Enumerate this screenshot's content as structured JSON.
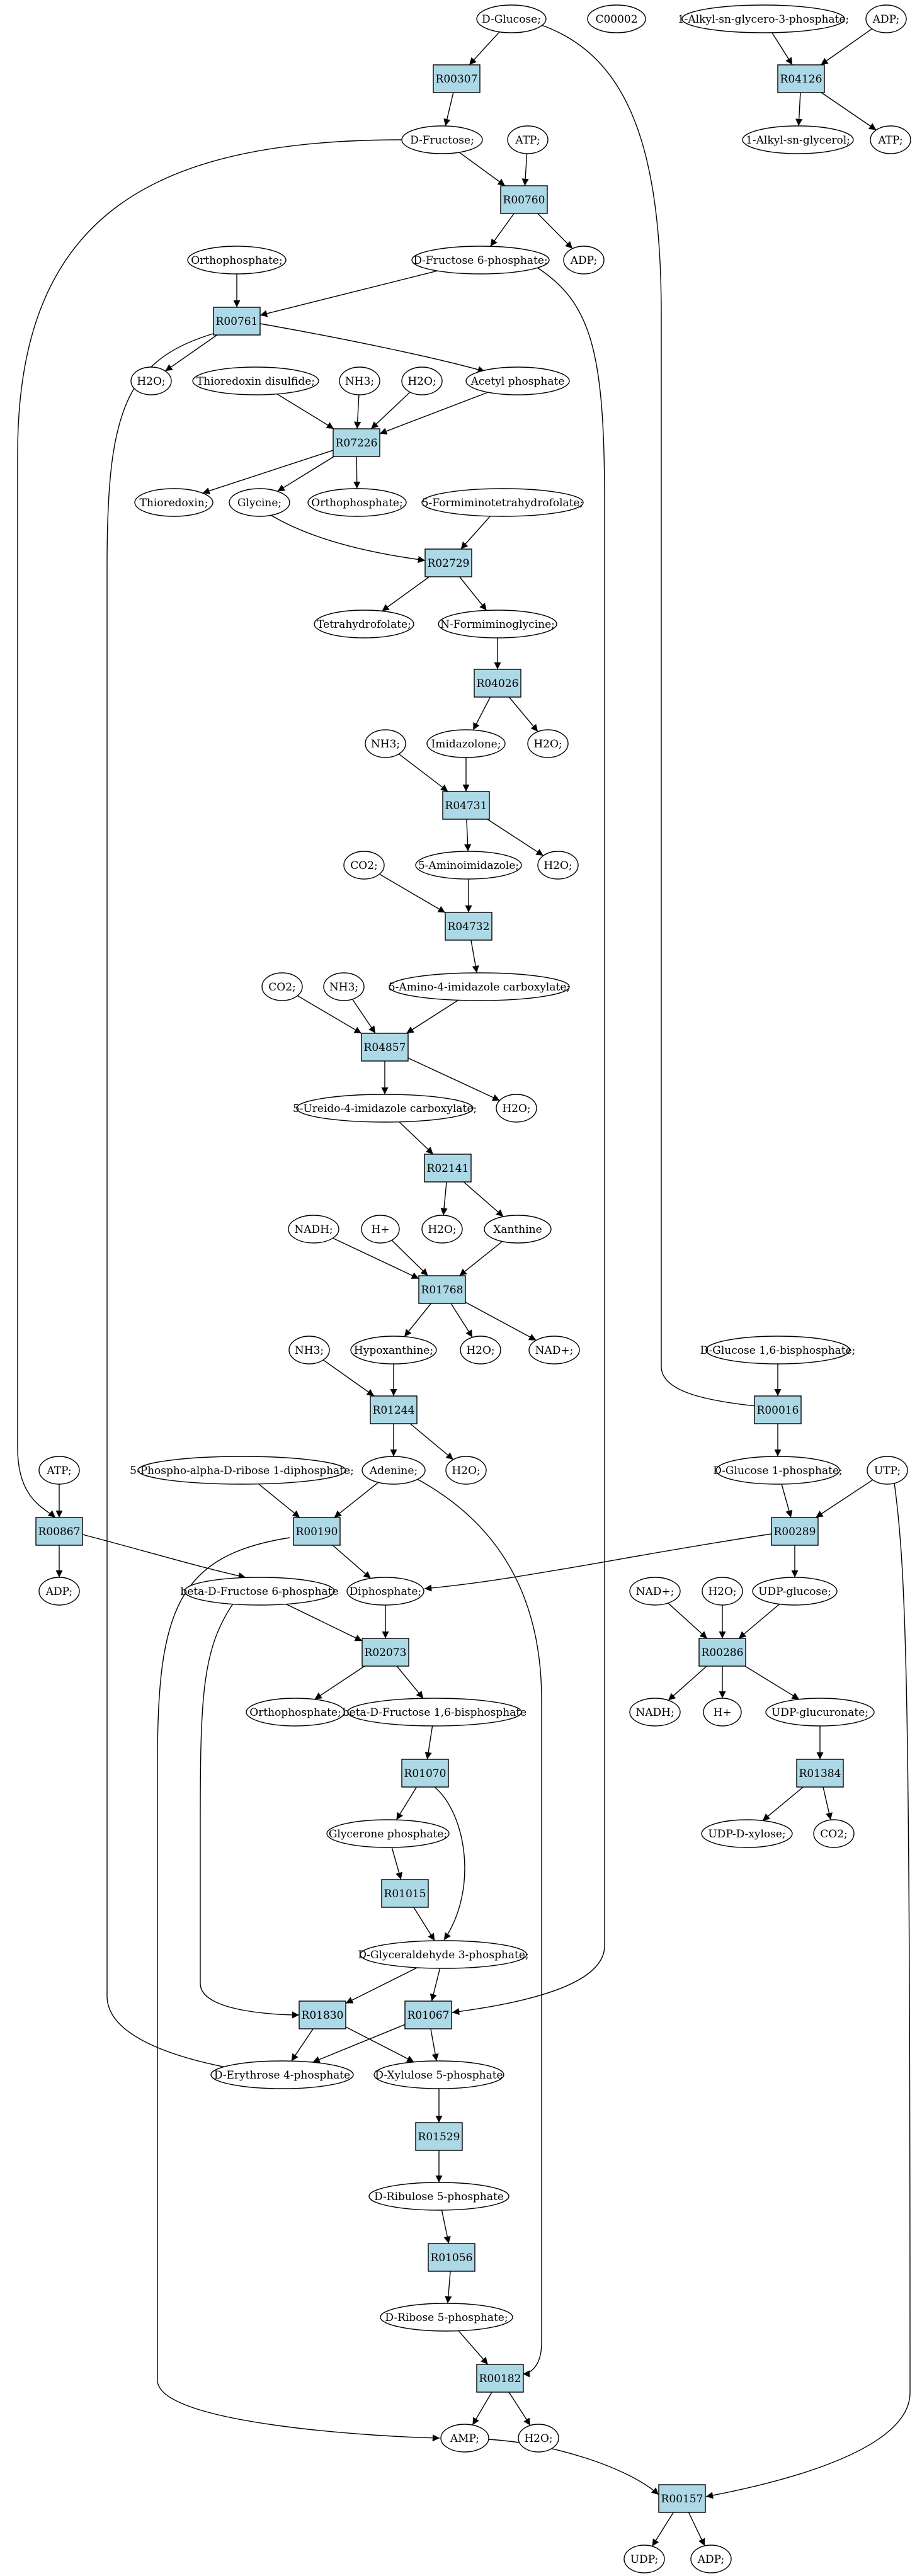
{
  "colors": {
    "reaction": "#add8e6",
    "highlight_green": "#00ee00",
    "highlight_yellow": "#ffff00",
    "metabolite": "#ffffff",
    "stroke": "#000000"
  },
  "nodes": [
    {
      "id": "c_glucose",
      "label": "D-Glucose;",
      "kind": "metabolite",
      "fill": "#00ee00"
    },
    {
      "id": "c00002",
      "label": "C00002",
      "kind": "metabolite",
      "fill": "#ffff00"
    },
    {
      "id": "alkyl_g3p",
      "label": "1-Alkyl-sn-glycero-3-phosphate;",
      "kind": "metabolite"
    },
    {
      "id": "adp_top",
      "label": "ADP;",
      "kind": "metabolite"
    },
    {
      "id": "R00307",
      "label": "R00307",
      "kind": "reaction"
    },
    {
      "id": "R04126",
      "label": "R04126",
      "kind": "reaction"
    },
    {
      "id": "fructose",
      "label": "D-Fructose;",
      "kind": "metabolite"
    },
    {
      "id": "atp_1",
      "label": "ATP;",
      "kind": "metabolite"
    },
    {
      "id": "alkyl_glycerol",
      "label": "1-Alkyl-sn-glycerol;",
      "kind": "metabolite"
    },
    {
      "id": "atp_top",
      "label": "ATP;",
      "kind": "metabolite"
    },
    {
      "id": "R00760",
      "label": "R00760",
      "kind": "reaction"
    },
    {
      "id": "ortho_1",
      "label": "Orthophosphate;",
      "kind": "metabolite"
    },
    {
      "id": "f6p",
      "label": "D-Fructose 6-phosphate;",
      "kind": "metabolite"
    },
    {
      "id": "adp_1",
      "label": "ADP;",
      "kind": "metabolite"
    },
    {
      "id": "R00761",
      "label": "R00761",
      "kind": "reaction"
    },
    {
      "id": "h2o_1",
      "label": "H2O;",
      "kind": "metabolite"
    },
    {
      "id": "thio_dis",
      "label": "Thioredoxin disulfide;",
      "kind": "metabolite"
    },
    {
      "id": "nh3_1",
      "label": "NH3;",
      "kind": "metabolite"
    },
    {
      "id": "h2o_2",
      "label": "H2O;",
      "kind": "metabolite"
    },
    {
      "id": "acetylp",
      "label": "Acetyl phosphate",
      "kind": "metabolite"
    },
    {
      "id": "R07226",
      "label": "R07226",
      "kind": "reaction"
    },
    {
      "id": "thioredoxin",
      "label": "Thioredoxin;",
      "kind": "metabolite"
    },
    {
      "id": "glycine",
      "label": "Glycine;",
      "kind": "metabolite"
    },
    {
      "id": "ortho_2",
      "label": "Orthophosphate;",
      "kind": "metabolite"
    },
    {
      "id": "forminothf",
      "label": "5-Formiminotetrahydrofolate;",
      "kind": "metabolite"
    },
    {
      "id": "R02729",
      "label": "R02729",
      "kind": "reaction"
    },
    {
      "id": "thf",
      "label": "Tetrahydrofolate;",
      "kind": "metabolite"
    },
    {
      "id": "formiminoglycine",
      "label": "N-Formiminoglycine;",
      "kind": "metabolite"
    },
    {
      "id": "R04026",
      "label": "R04026",
      "kind": "reaction"
    },
    {
      "id": "nh3_2",
      "label": "NH3;",
      "kind": "metabolite"
    },
    {
      "id": "imidazolone",
      "label": "Imidazolone;",
      "kind": "metabolite"
    },
    {
      "id": "h2o_3",
      "label": "H2O;",
      "kind": "metabolite"
    },
    {
      "id": "R04731",
      "label": "R04731",
      "kind": "reaction"
    },
    {
      "id": "co2_1",
      "label": "CO2;",
      "kind": "metabolite"
    },
    {
      "id": "aminoimidazole",
      "label": "5-Aminoimidazole;",
      "kind": "metabolite"
    },
    {
      "id": "h2o_4",
      "label": "H2O;",
      "kind": "metabolite"
    },
    {
      "id": "R04732",
      "label": "R04732",
      "kind": "reaction"
    },
    {
      "id": "co2_2",
      "label": "CO2;",
      "kind": "metabolite"
    },
    {
      "id": "nh3_3",
      "label": "NH3;",
      "kind": "metabolite"
    },
    {
      "id": "aminoimid_carb",
      "label": "5-Amino-4-imidazole carboxylate;",
      "kind": "metabolite"
    },
    {
      "id": "R04857",
      "label": "R04857",
      "kind": "reaction"
    },
    {
      "id": "ureido",
      "label": "5-Ureido-4-imidazole carboxylate;",
      "kind": "metabolite"
    },
    {
      "id": "h2o_5",
      "label": "H2O;",
      "kind": "metabolite"
    },
    {
      "id": "R02141",
      "label": "R02141",
      "kind": "reaction"
    },
    {
      "id": "nadh_1",
      "label": "NADH;",
      "kind": "metabolite"
    },
    {
      "id": "hplus_1",
      "label": "H+",
      "kind": "metabolite"
    },
    {
      "id": "h2o_6",
      "label": "H2O;",
      "kind": "metabolite"
    },
    {
      "id": "xanthine",
      "label": "Xanthine",
      "kind": "metabolite"
    },
    {
      "id": "R01768",
      "label": "R01768",
      "kind": "reaction"
    },
    {
      "id": "nh3_4",
      "label": "NH3;",
      "kind": "metabolite"
    },
    {
      "id": "hypoxanthine",
      "label": "Hypoxanthine;",
      "kind": "metabolite"
    },
    {
      "id": "h2o_7",
      "label": "H2O;",
      "kind": "metabolite"
    },
    {
      "id": "nadplus_1",
      "label": "NAD+;",
      "kind": "metabolite"
    },
    {
      "id": "g16bp",
      "label": "D-Glucose 1,6-bisphosphate;",
      "kind": "metabolite"
    },
    {
      "id": "R01244",
      "label": "R01244",
      "kind": "reaction"
    },
    {
      "id": "R00016",
      "label": "R00016",
      "kind": "reaction"
    },
    {
      "id": "atp_2",
      "label": "ATP;",
      "kind": "metabolite"
    },
    {
      "id": "prpp",
      "label": "5-Phospho-alpha-D-ribose 1-diphosphate;",
      "kind": "metabolite"
    },
    {
      "id": "adenine",
      "label": "Adenine;",
      "kind": "metabolite"
    },
    {
      "id": "h2o_8",
      "label": "H2O;",
      "kind": "metabolite"
    },
    {
      "id": "g1p",
      "label": "D-Glucose 1-phosphate;",
      "kind": "metabolite"
    },
    {
      "id": "utp",
      "label": "UTP;",
      "kind": "metabolite"
    },
    {
      "id": "R00867",
      "label": "R00867",
      "kind": "reaction"
    },
    {
      "id": "R00190",
      "label": "R00190",
      "kind": "reaction"
    },
    {
      "id": "R00289",
      "label": "R00289",
      "kind": "reaction"
    },
    {
      "id": "adp_2",
      "label": "ADP;",
      "kind": "metabolite"
    },
    {
      "id": "bf6p",
      "label": "beta-D-Fructose 6-phosphate",
      "kind": "metabolite"
    },
    {
      "id": "diphosphate",
      "label": "Diphosphate;",
      "kind": "metabolite"
    },
    {
      "id": "nadplus_2",
      "label": "NAD+;",
      "kind": "metabolite"
    },
    {
      "id": "h2o_9",
      "label": "H2O;",
      "kind": "metabolite"
    },
    {
      "id": "udpglucose",
      "label": "UDP-glucose;",
      "kind": "metabolite"
    },
    {
      "id": "R02073",
      "label": "R02073",
      "kind": "reaction"
    },
    {
      "id": "R00286",
      "label": "R00286",
      "kind": "reaction"
    },
    {
      "id": "ortho_3",
      "label": "Orthophosphate;",
      "kind": "metabolite"
    },
    {
      "id": "bf16bp",
      "label": "beta-D-Fructose 1,6-bisphosphate",
      "kind": "metabolite"
    },
    {
      "id": "nadh_2",
      "label": "NADH;",
      "kind": "metabolite"
    },
    {
      "id": "hplus_2",
      "label": "H+",
      "kind": "metabolite"
    },
    {
      "id": "udpglucuronate",
      "label": "UDP-glucuronate;",
      "kind": "metabolite"
    },
    {
      "id": "R01070",
      "label": "R01070",
      "kind": "reaction"
    },
    {
      "id": "R01384",
      "label": "R01384",
      "kind": "reaction"
    },
    {
      "id": "glyceronep",
      "label": "Glycerone phosphate;",
      "kind": "metabolite"
    },
    {
      "id": "udpxylose",
      "label": "UDP-D-xylose;",
      "kind": "metabolite"
    },
    {
      "id": "co2_3",
      "label": "CO2;",
      "kind": "metabolite"
    },
    {
      "id": "R01015",
      "label": "R01015",
      "kind": "reaction"
    },
    {
      "id": "gap",
      "label": "D-Glyceraldehyde 3-phosphate;",
      "kind": "metabolite"
    },
    {
      "id": "R01830",
      "label": "R01830",
      "kind": "reaction"
    },
    {
      "id": "R01067",
      "label": "R01067",
      "kind": "reaction"
    },
    {
      "id": "e4p",
      "label": "D-Erythrose 4-phosphate",
      "kind": "metabolite"
    },
    {
      "id": "xu5p",
      "label": "D-Xylulose 5-phosphate",
      "kind": "metabolite"
    },
    {
      "id": "R01529",
      "label": "R01529",
      "kind": "reaction"
    },
    {
      "id": "ru5p",
      "label": "D-Ribulose 5-phosphate",
      "kind": "metabolite"
    },
    {
      "id": "R01056",
      "label": "R01056",
      "kind": "reaction"
    },
    {
      "id": "r5p",
      "label": "D-Ribose 5-phosphate;",
      "kind": "metabolite"
    },
    {
      "id": "R00182",
      "label": "R00182",
      "kind": "reaction"
    },
    {
      "id": "amp",
      "label": "AMP;",
      "kind": "metabolite"
    },
    {
      "id": "h2o_10",
      "label": "H2O;",
      "kind": "metabolite"
    },
    {
      "id": "R00157",
      "label": "R00157",
      "kind": "reaction"
    },
    {
      "id": "udp",
      "label": "UDP;",
      "kind": "metabolite"
    },
    {
      "id": "adp_3",
      "label": "ADP;",
      "kind": "metabolite"
    }
  ],
  "edges": [
    [
      "c_glucose",
      "R00307"
    ],
    [
      "c_glucose",
      "R00016"
    ],
    [
      "alkyl_g3p",
      "R04126"
    ],
    [
      "adp_top",
      "R04126"
    ],
    [
      "R04126",
      "alkyl_glycerol"
    ],
    [
      "R04126",
      "atp_top"
    ],
    [
      "R00307",
      "fructose"
    ],
    [
      "fructose",
      "R00760"
    ],
    [
      "fructose",
      "R00867"
    ],
    [
      "atp_1",
      "R00760"
    ],
    [
      "R00760",
      "f6p"
    ],
    [
      "R00760",
      "adp_1"
    ],
    [
      "f6p",
      "R00761"
    ],
    [
      "f6p",
      "R01067"
    ],
    [
      "ortho_1",
      "R00761"
    ],
    [
      "R00761",
      "h2o_1"
    ],
    [
      "R00761",
      "acetylp"
    ],
    [
      "R00761",
      "e4p"
    ],
    [
      "thio_dis",
      "R07226"
    ],
    [
      "nh3_1",
      "R07226"
    ],
    [
      "h2o_2",
      "R07226"
    ],
    [
      "acetylp",
      "R07226"
    ],
    [
      "R07226",
      "thioredoxin"
    ],
    [
      "R07226",
      "glycine"
    ],
    [
      "R07226",
      "ortho_2"
    ],
    [
      "glycine",
      "R02729"
    ],
    [
      "forminothf",
      "R02729"
    ],
    [
      "R02729",
      "thf"
    ],
    [
      "R02729",
      "formiminoglycine"
    ],
    [
      "formiminoglycine",
      "R04026"
    ],
    [
      "R04026",
      "imidazolone"
    ],
    [
      "R04026",
      "h2o_3"
    ],
    [
      "nh3_2",
      "R04731"
    ],
    [
      "imidazolone",
      "R04731"
    ],
    [
      "R04731",
      "aminoimidazole"
    ],
    [
      "R04731",
      "h2o_4"
    ],
    [
      "co2_1",
      "R04732"
    ],
    [
      "aminoimidazole",
      "R04732"
    ],
    [
      "R04732",
      "aminoimid_carb"
    ],
    [
      "co2_2",
      "R04857"
    ],
    [
      "nh3_3",
      "R04857"
    ],
    [
      "aminoimid_carb",
      "R04857"
    ],
    [
      "R04857",
      "ureido"
    ],
    [
      "R04857",
      "h2o_5"
    ],
    [
      "ureido",
      "R02141"
    ],
    [
      "R02141",
      "h2o_6"
    ],
    [
      "R02141",
      "xanthine"
    ],
    [
      "nadh_1",
      "R01768"
    ],
    [
      "hplus_1",
      "R01768"
    ],
    [
      "xanthine",
      "R01768"
    ],
    [
      "R01768",
      "hypoxanthine"
    ],
    [
      "R01768",
      "h2o_7"
    ],
    [
      "R01768",
      "nadplus_1"
    ],
    [
      "nh3_4",
      "R01244"
    ],
    [
      "hypoxanthine",
      "R01244"
    ],
    [
      "R01244",
      "adenine"
    ],
    [
      "R01244",
      "h2o_8"
    ],
    [
      "g16bp",
      "R00016"
    ],
    [
      "R00016",
      "g1p"
    ],
    [
      "atp_2",
      "R00867"
    ],
    [
      "R00867",
      "adp_2"
    ],
    [
      "R00867",
      "bf6p"
    ],
    [
      "prpp",
      "R00190"
    ],
    [
      "adenine",
      "R00190"
    ],
    [
      "adenine",
      "R00182"
    ],
    [
      "R00190",
      "diphosphate"
    ],
    [
      "R00190",
      "amp"
    ],
    [
      "g1p",
      "R00289"
    ],
    [
      "utp",
      "R00289"
    ],
    [
      "utp",
      "R00157"
    ],
    [
      "R00289",
      "diphosphate"
    ],
    [
      "R00289",
      "udpglucose"
    ],
    [
      "bf6p",
      "R02073"
    ],
    [
      "bf6p",
      "R01830"
    ],
    [
      "diphosphate",
      "R02073"
    ],
    [
      "R02073",
      "ortho_3"
    ],
    [
      "R02073",
      "bf16bp"
    ],
    [
      "nadplus_2",
      "R00286"
    ],
    [
      "h2o_9",
      "R00286"
    ],
    [
      "udpglucose",
      "R00286"
    ],
    [
      "R00286",
      "nadh_2"
    ],
    [
      "R00286",
      "hplus_2"
    ],
    [
      "R00286",
      "udpglucuronate"
    ],
    [
      "udpglucuronate",
      "R01384"
    ],
    [
      "R01384",
      "udpxylose"
    ],
    [
      "R01384",
      "co2_3"
    ],
    [
      "bf16bp",
      "R01070"
    ],
    [
      "R01070",
      "glyceronep"
    ],
    [
      "R01070",
      "gap"
    ],
    [
      "glyceronep",
      "R01015"
    ],
    [
      "R01015",
      "gap"
    ],
    [
      "gap",
      "R01830"
    ],
    [
      "gap",
      "R01067"
    ],
    [
      "R01830",
      "e4p"
    ],
    [
      "R01830",
      "xu5p"
    ],
    [
      "R01067",
      "e4p"
    ],
    [
      "R01067",
      "xu5p"
    ],
    [
      "xu5p",
      "R01529"
    ],
    [
      "R01529",
      "ru5p"
    ],
    [
      "ru5p",
      "R01056"
    ],
    [
      "R01056",
      "r5p"
    ],
    [
      "r5p",
      "R00182"
    ],
    [
      "R00182",
      "amp"
    ],
    [
      "R00182",
      "h2o_10"
    ],
    [
      "amp",
      "R00157"
    ],
    [
      "R00157",
      "udp"
    ],
    [
      "R00157",
      "adp_3"
    ]
  ]
}
